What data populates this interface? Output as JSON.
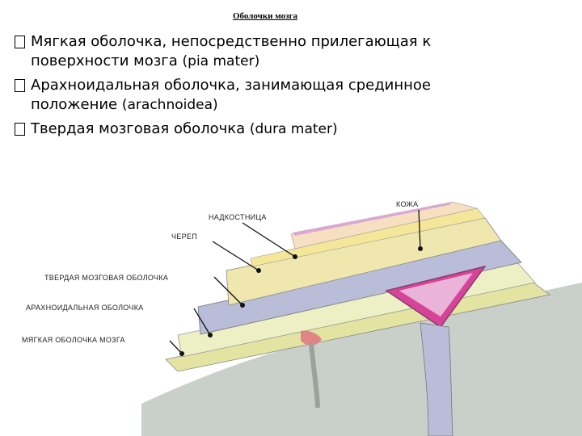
{
  "title": "Оболочки мозга",
  "bullets": [
    {
      "text": "Мягкая оболочка, непосредственно прилегающая к поверхности мозга",
      "latin": "(pia mater)"
    },
    {
      "text": "Арахноидальная оболочка, занимающая срединное положение",
      "latin": "(arachnoidea)"
    },
    {
      "text": "Твердая мозговая оболочка",
      "latin": "(dura mater)"
    }
  ],
  "diagram": {
    "labels": {
      "periosteum": "НАДКОСТНИЦА",
      "skin": "КОЖА",
      "skull": "ЧЕРЕП",
      "dura": "ТВЕРДАЯ МОЗГОВАЯ ОБОЛОЧКА",
      "arachnoid": "АРАХНОИДАЛЬНАЯ ОБОЛОЧКА",
      "pia": "МЯГКАЯ ОБОЛОЧКА МОЗГА"
    },
    "colors": {
      "skin": "#f7dfc2",
      "skin_top": "#d9a9d1",
      "periosteum": "#f5e79a",
      "skull": "#efe7ad",
      "dura": "#b9bdd8",
      "arachnoid": "#ecf0c4",
      "pia": "#e4e4a2",
      "brain": "#c9cfc9",
      "sinus": "#d6449a"
    }
  }
}
